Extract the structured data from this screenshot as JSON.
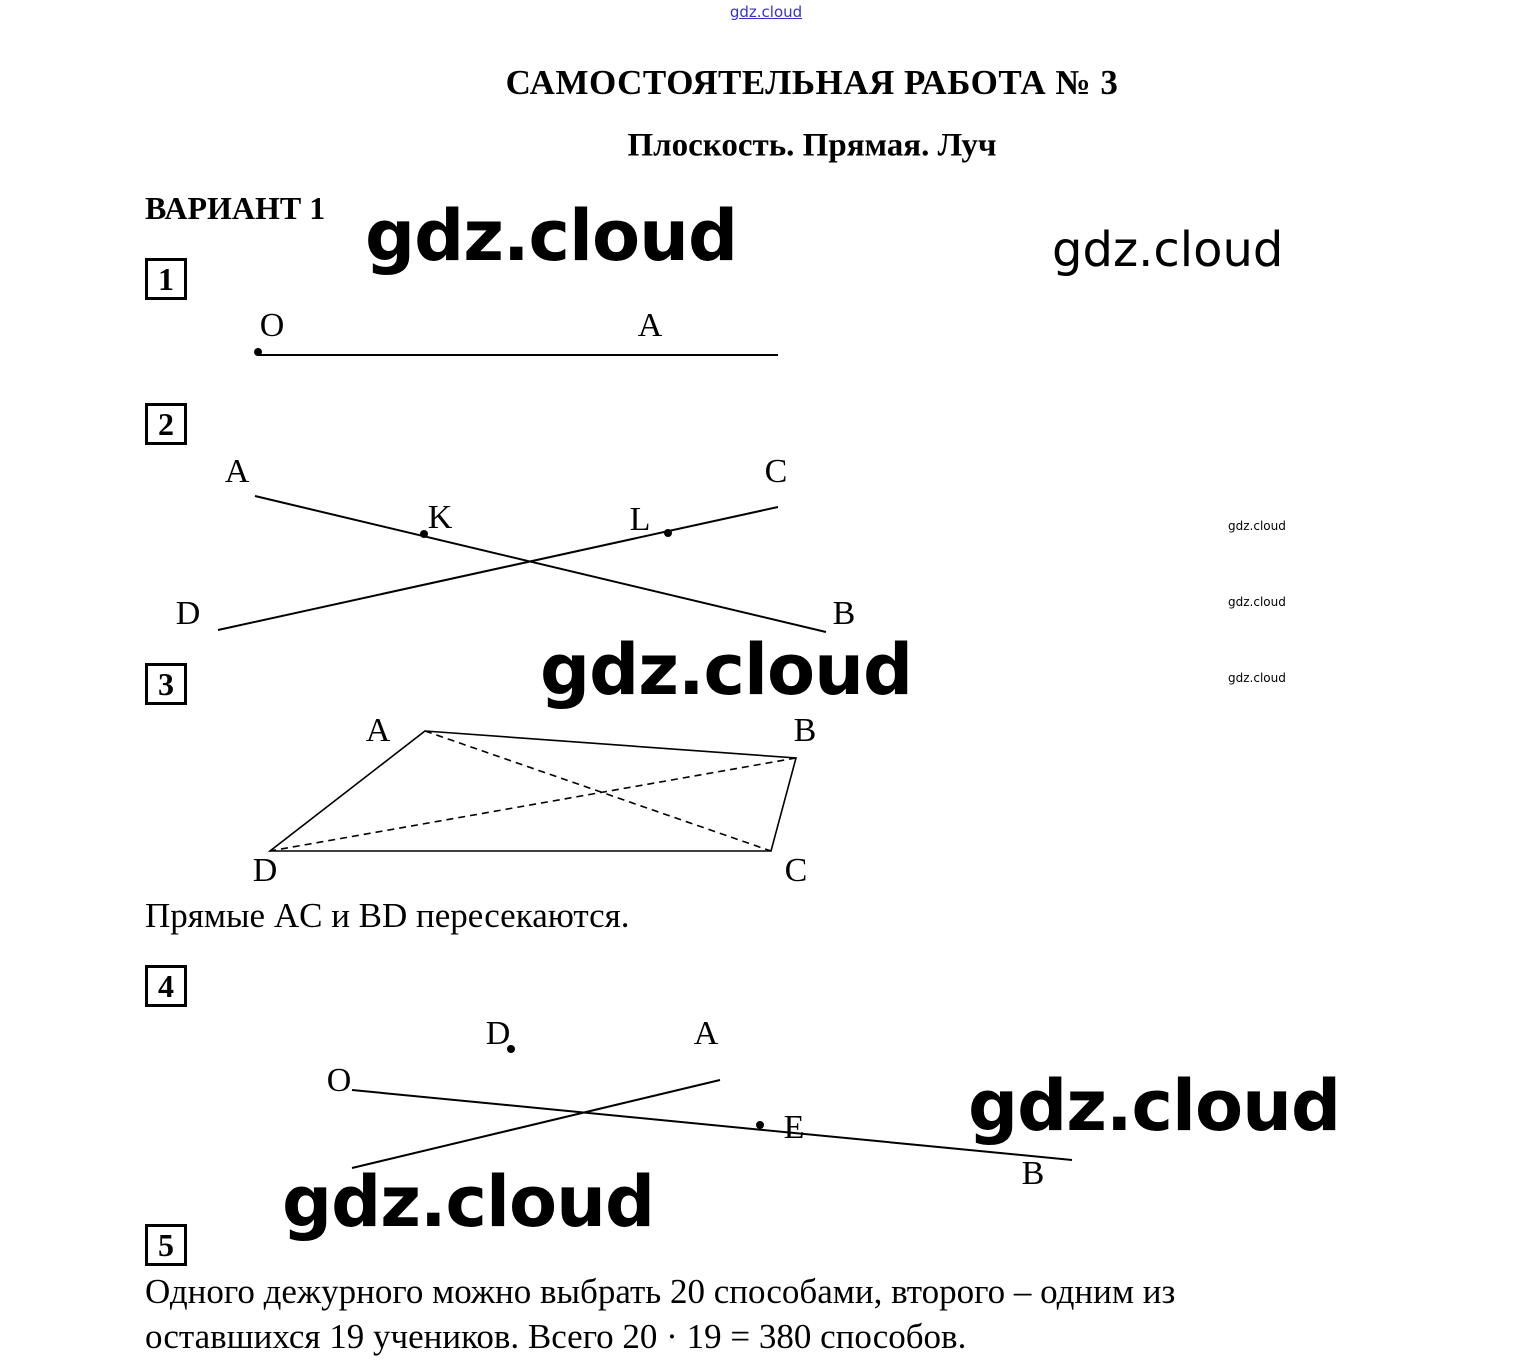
{
  "watermark": "gdz.cloud",
  "header": {
    "title": "САМОСТОЯТЕЛЬНАЯ РАБОТА № 3",
    "subtitle": "Плоскость. Прямая. Луч",
    "variant": "ВАРИАНТ 1"
  },
  "tasks": [
    {
      "number": "1",
      "labels": {
        "o": "O",
        "a": "A"
      }
    },
    {
      "number": "2",
      "labels": {
        "a": "A",
        "c": "C",
        "k": "K",
        "l": "L",
        "d": "D",
        "b": "B"
      }
    },
    {
      "number": "3",
      "labels": {
        "a": "A",
        "b": "B",
        "c": "C",
        "d": "D"
      },
      "answer": "Прямые AC и BD пересекаются."
    },
    {
      "number": "4",
      "labels": {
        "d": "D",
        "a": "A",
        "o": "O",
        "e": "E",
        "b": "B"
      }
    },
    {
      "number": "5",
      "answer_lines": [
        "Одного дежурного можно выбрать 20 способами, второго – одним из",
        "оставшихся 19 учеников. Всего 20 · 19 = 380 способов."
      ]
    }
  ]
}
